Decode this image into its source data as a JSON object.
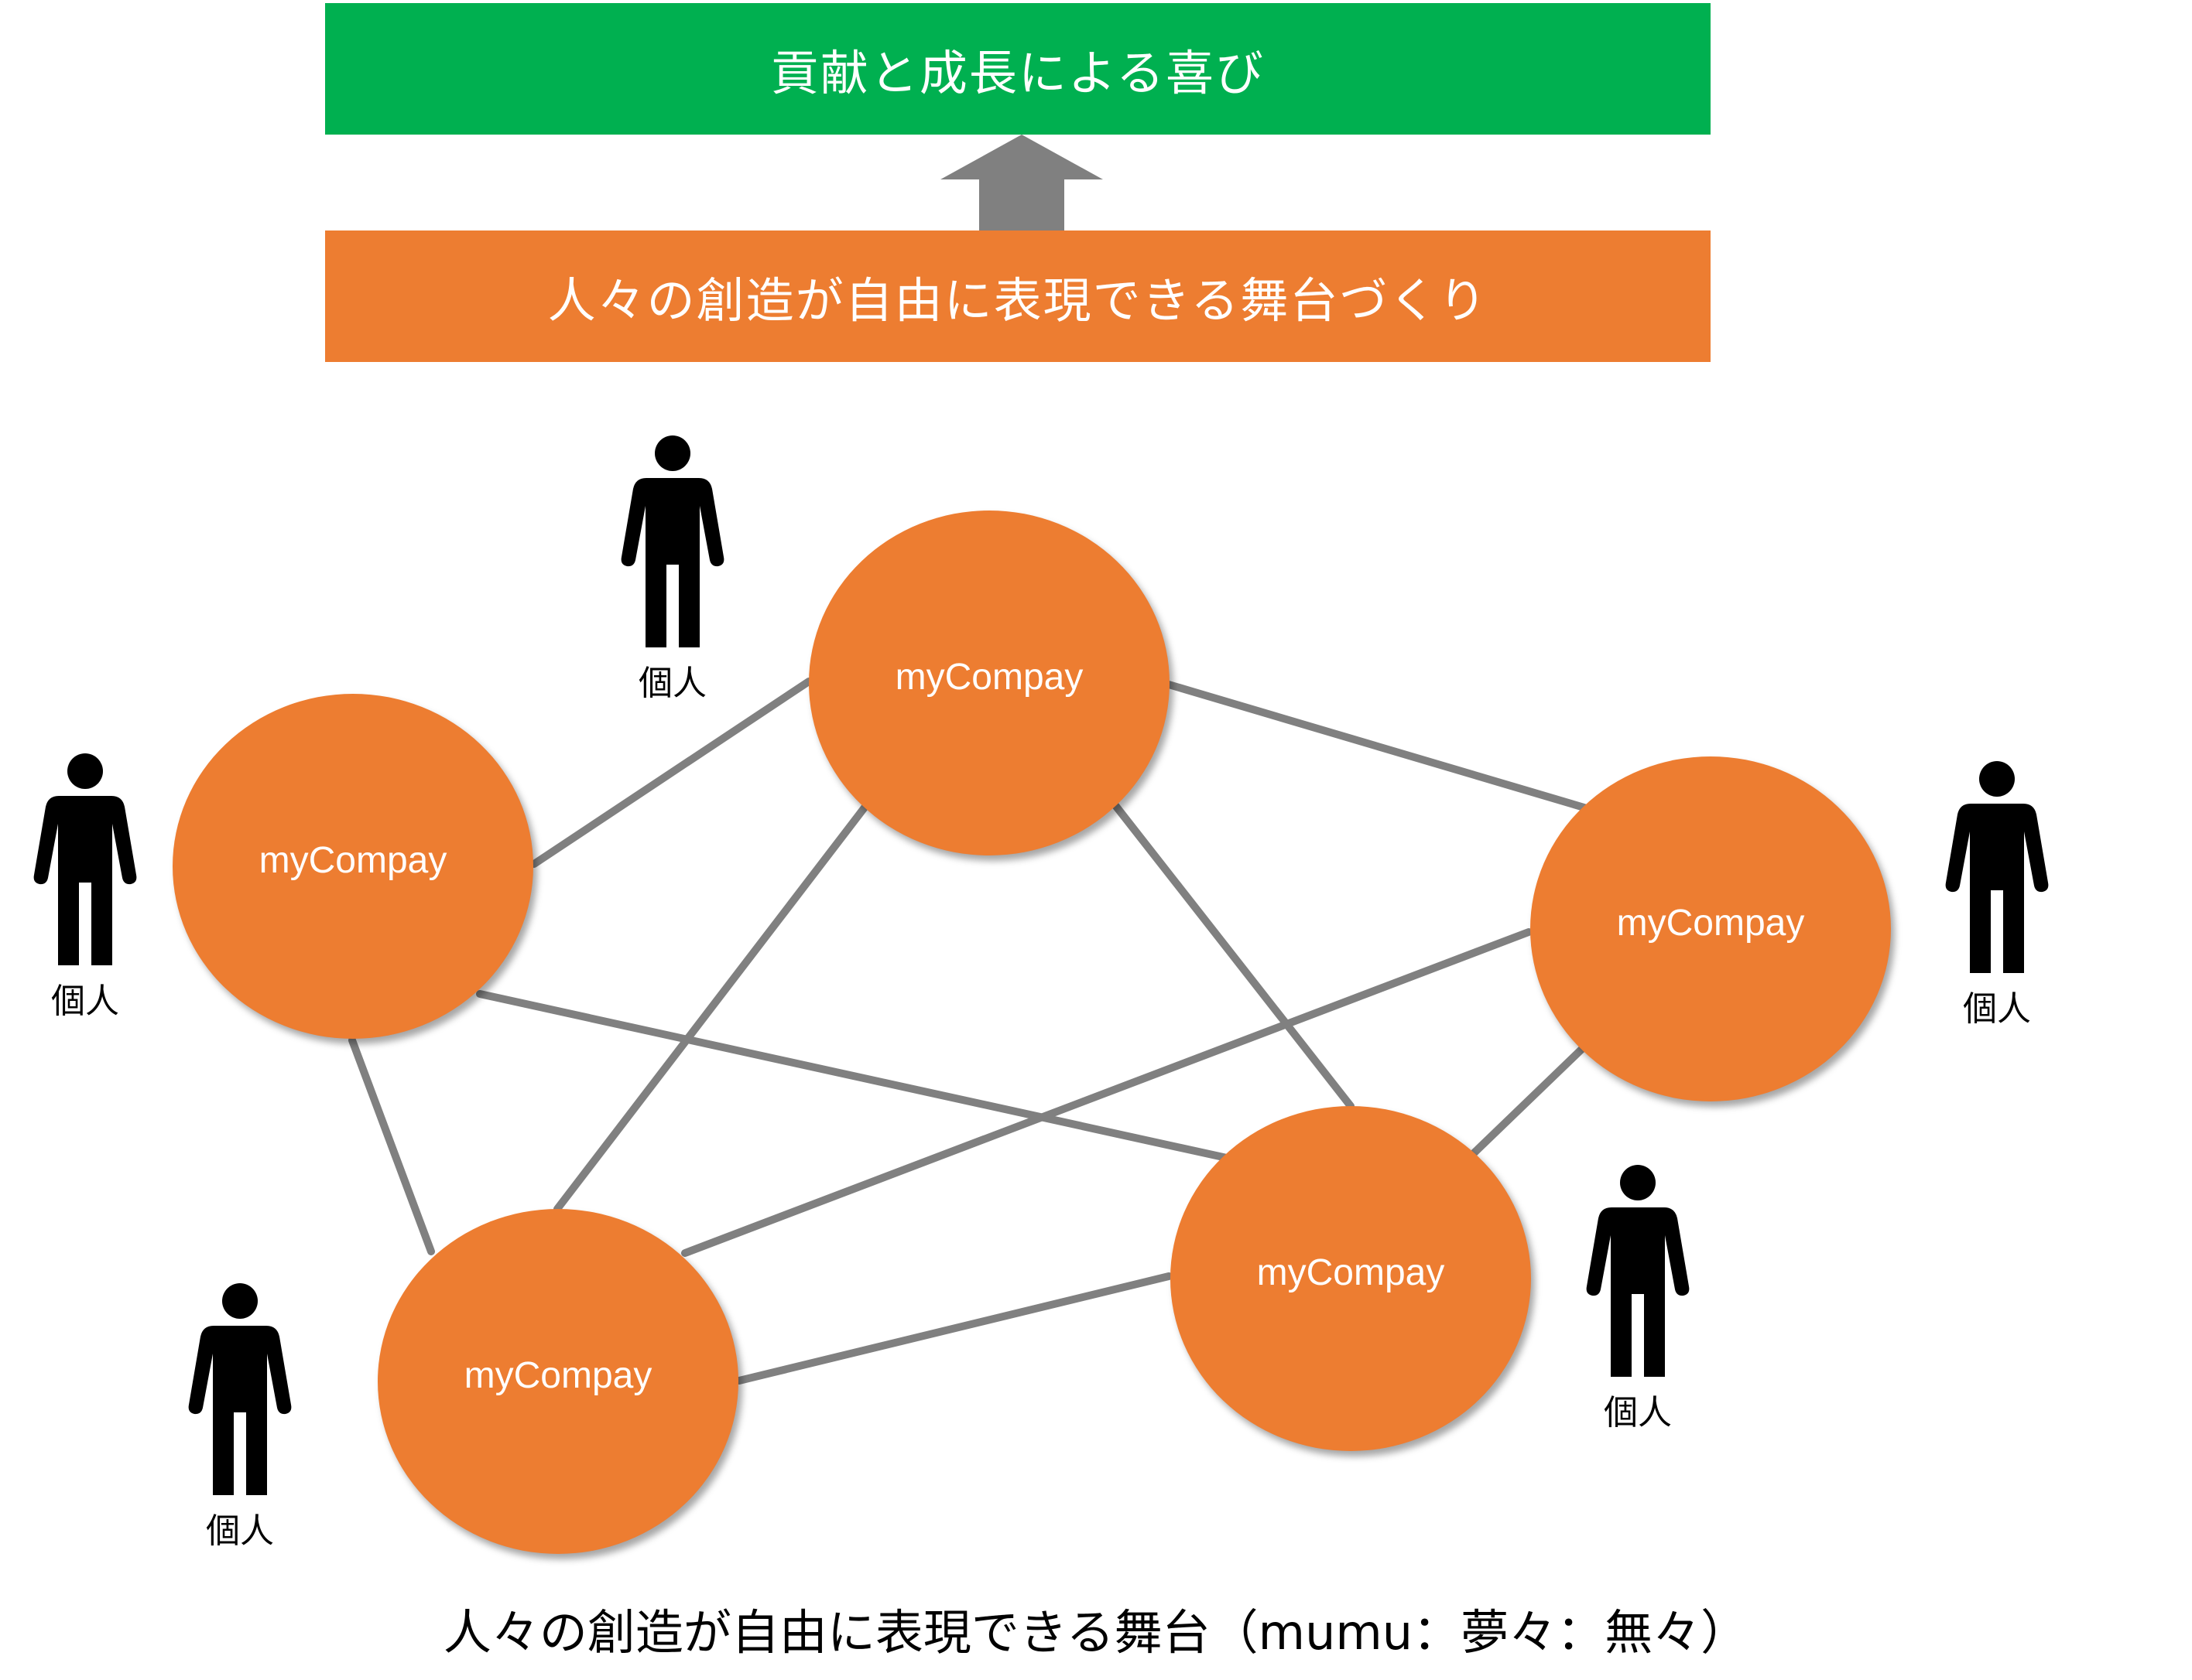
{
  "top_banner": {
    "text": "貢献と成長による喜び",
    "color": "#00b050"
  },
  "middle_banner": {
    "text": "人々の創造が自由に表現できる舞台づくり",
    "color": "#ed7d31"
  },
  "arrow": {
    "color": "#808080",
    "icon": "arrow-up-icon"
  },
  "nodes": [
    {
      "label": "myCompay"
    },
    {
      "label": "myCompay"
    },
    {
      "label": "myCompay"
    },
    {
      "label": "myCompay"
    },
    {
      "label": "myCompay"
    }
  ],
  "persons": [
    {
      "label": "個人"
    },
    {
      "label": "個人"
    },
    {
      "label": "個人"
    },
    {
      "label": "個人"
    },
    {
      "label": "個人"
    }
  ],
  "connector_color": "#808080",
  "caption": "人々の創造が自由に表現できる舞台（mumu：夢々：無々）"
}
